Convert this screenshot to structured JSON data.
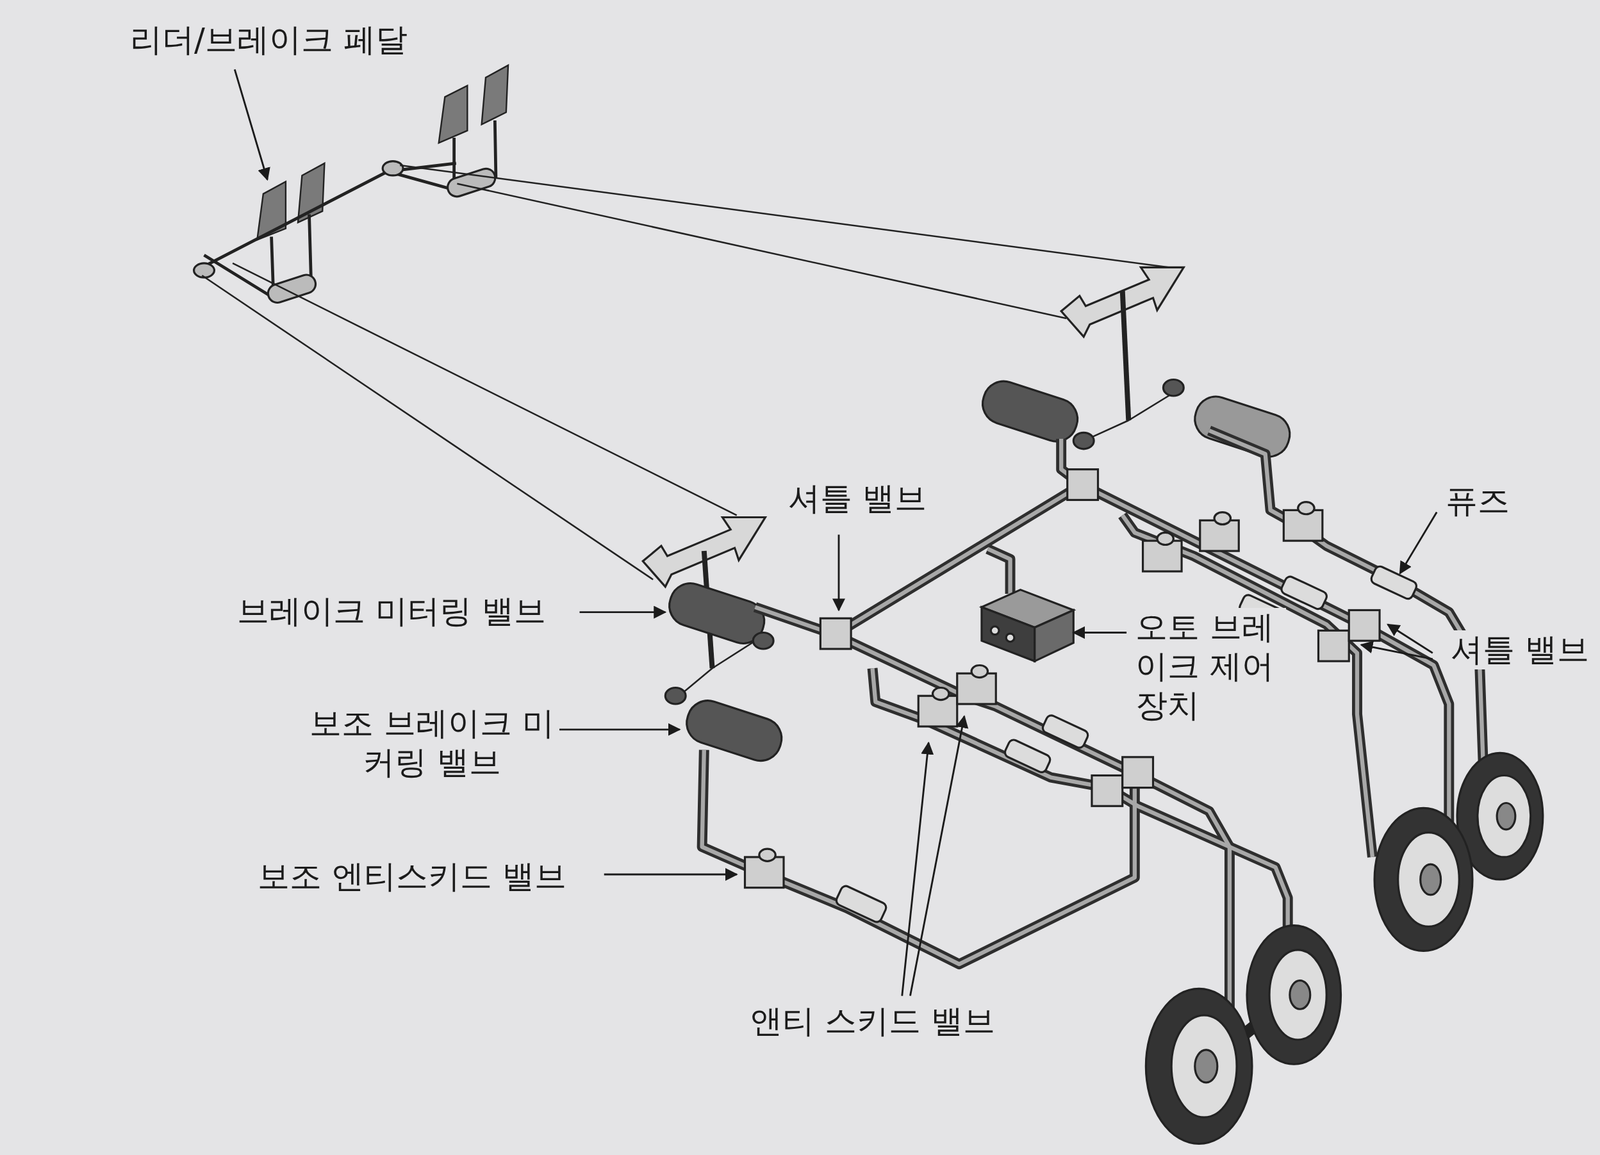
{
  "diagram": {
    "labels": [
      "리더/브레이크 페달",
      "셔틀 밸브",
      "브레이크 미터링 밸브",
      "오토 브레이크 제어장치",
      "보조 브레이크 미커링 밸브",
      "퓨즈",
      "셔틀 밸브",
      "보조 엔티스키드 밸브",
      "앤티 스키드 밸브"
    ]
  }
}
